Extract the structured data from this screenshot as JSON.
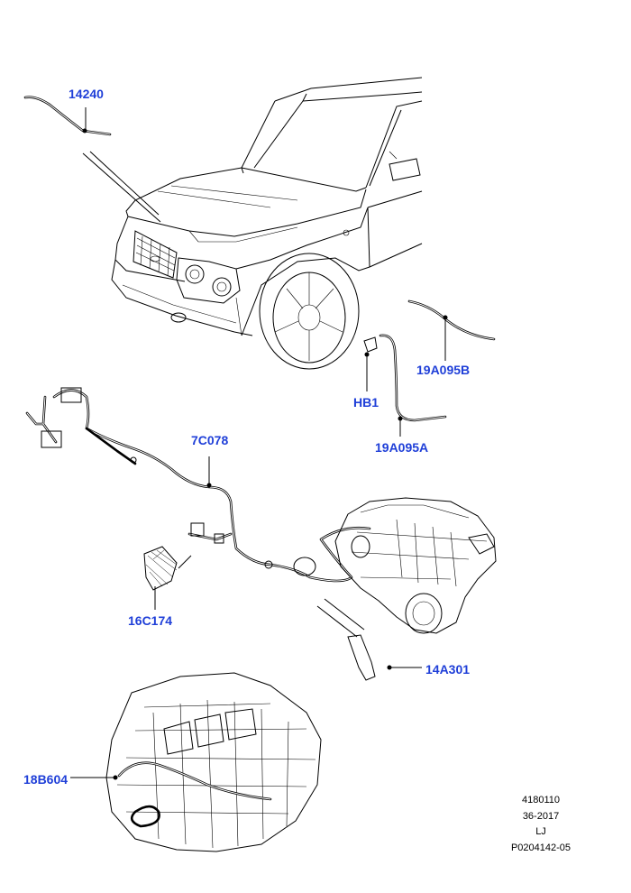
{
  "accent_color": "#1f3fd8",
  "callouts": {
    "c14240": "14240",
    "c7C078": "7C078",
    "c16C174": "16C174",
    "c14A301": "14A301",
    "c18B604": "18B604",
    "cHB1": "HB1",
    "c19A095A": "19A095A",
    "c19A095B": "19A095B"
  },
  "footer": {
    "line1": "4180110",
    "line2": "36-2017",
    "line3": "LJ",
    "line4": "P0204142-05"
  }
}
